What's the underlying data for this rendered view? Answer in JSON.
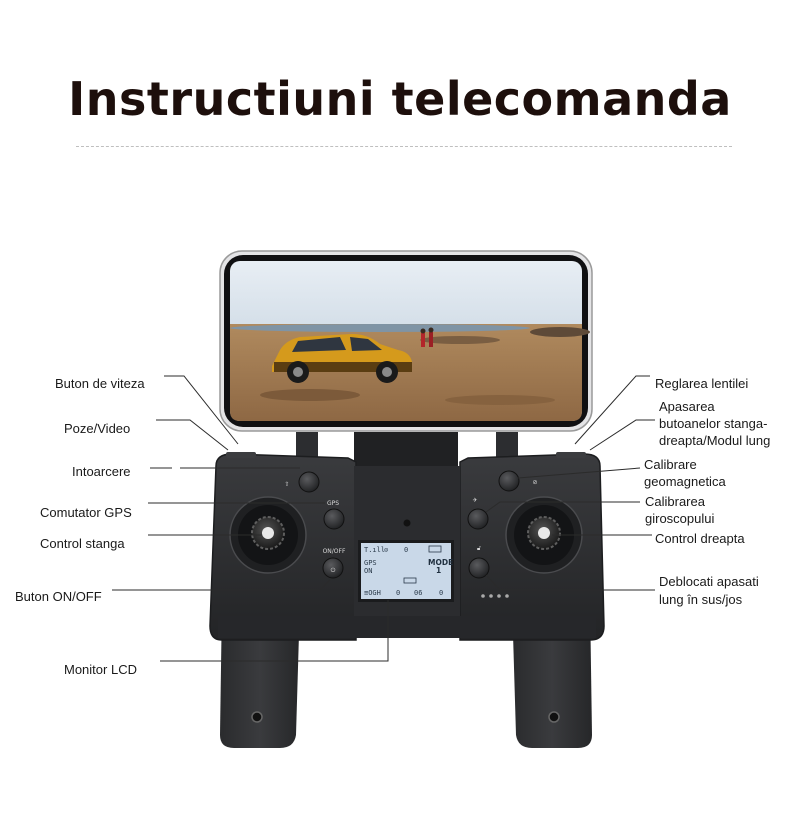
{
  "title": "Instructiuni telecomanda",
  "labels": {
    "speed_button": "Buton de viteza",
    "photo_video": "Poze/Video",
    "return": "Intoarcere",
    "gps_switch": "Comutator GPS",
    "left_control": "Control stanga",
    "on_off": "Buton ON/OFF",
    "lcd_monitor": "Monitor LCD",
    "lens_adjust": "Reglarea lentilei",
    "long_press_line1": "Apasarea",
    "long_press_line2": "butoanelor stanga-",
    "long_press_line3": "dreapta/Modul lung",
    "geomag_line1": "Calibrare",
    "geomag_line2": "geomagnetica",
    "gyro_line1": "Calibrarea",
    "gyro_line2": "giroscopului",
    "right_control": "Control dreapta",
    "unlock_line1": "Deblocati apasati",
    "unlock_line2": "lung în sus/jos"
  },
  "button_marks": {
    "gps": "GPS",
    "onoff": "ON/OFF"
  },
  "lcd": {
    "gps": "GPS",
    "on": "ON",
    "mode": "MODE",
    "mode_value": "1",
    "bottom_mid": "06",
    "bottom_left_a": "0",
    "bottom_right_a": "0"
  },
  "colors": {
    "controller_body": "#2f3033",
    "controller_edge": "#1c1d1f",
    "lcd_screen": "#c9d8e8",
    "car": "#d59a1c",
    "sky": "#c9d6e2",
    "sand": "#a98055"
  }
}
